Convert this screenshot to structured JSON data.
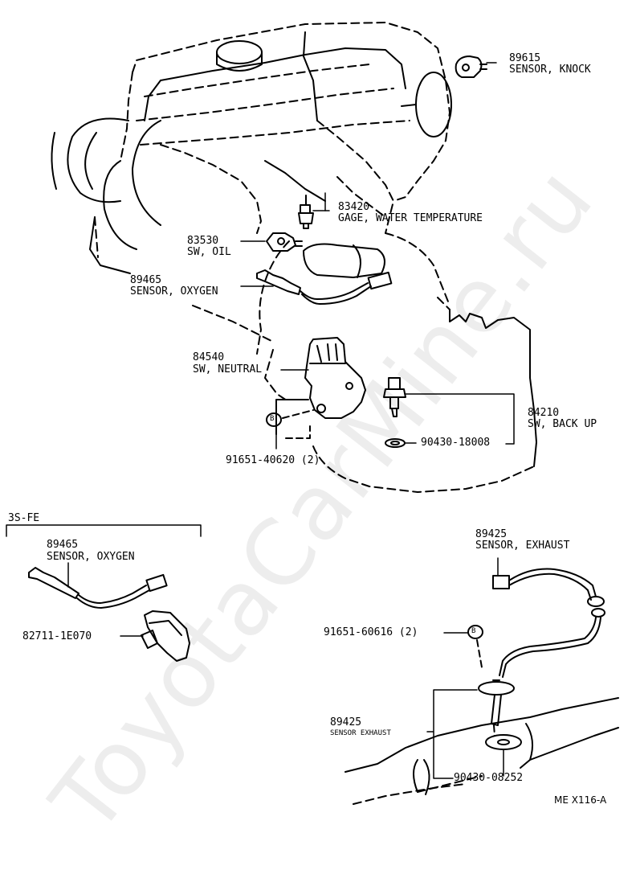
{
  "watermark": "ToyotaCarMine.ru",
  "figure_code": "ME X116-A",
  "labels": {
    "knock_no": "89615",
    "knock_name": "SENSOR, KNOCK",
    "water_no": "83420",
    "water_name": "GAGE, WATER TEMPERATURE",
    "oil_no": "83530",
    "oil_name": "SW, OIL",
    "oxy_no": "89465",
    "oxy_name": "SENSOR, OXYGEN",
    "neutral_no": "84540",
    "neutral_name": "SW, NEUTRAL",
    "backup_no": "84210",
    "backup_name": "SW, BACK UP",
    "gasket_no": "90430-18008",
    "bolt_no": "91651-40620 (2)",
    "section_title": "3S-FE",
    "oxy2_no": "89465",
    "oxy2_name": "SENSOR, OXYGEN",
    "clamp_no": "82711-1E070",
    "exh_no": "89425",
    "exh_name": "SENSOR, EXHAUST",
    "bolt2_no": "91651-60616 (2)",
    "exh2_no": "89425",
    "exh2_name": "SENSOR EXHAUST",
    "gasket2_no": "90430-08252"
  },
  "bolt_letter": "B"
}
